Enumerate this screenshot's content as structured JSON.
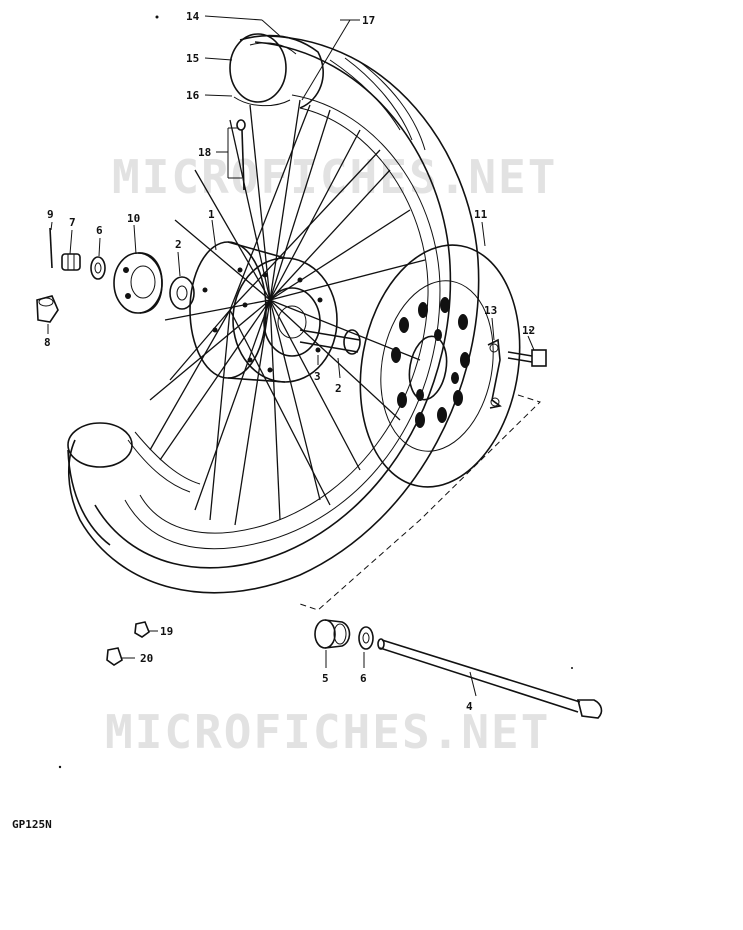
{
  "model_code": "GP125N",
  "watermark_text": "MICROFICHES.NET",
  "callouts": [
    {
      "n": "1"
    },
    {
      "n": "2"
    },
    {
      "n": "2"
    },
    {
      "n": "3"
    },
    {
      "n": "4"
    },
    {
      "n": "5"
    },
    {
      "n": "6"
    },
    {
      "n": "6"
    },
    {
      "n": "7"
    },
    {
      "n": "8"
    },
    {
      "n": "9"
    },
    {
      "n": "10"
    },
    {
      "n": "11"
    },
    {
      "n": "12"
    },
    {
      "n": "13"
    },
    {
      "n": "14"
    },
    {
      "n": "15"
    },
    {
      "n": "16"
    },
    {
      "n": "17"
    },
    {
      "n": "18"
    },
    {
      "n": "19"
    },
    {
      "n": "20"
    }
  ],
  "colors": {
    "ink": "#111111",
    "watermark": "#e2e2e2",
    "background": "#ffffff"
  }
}
